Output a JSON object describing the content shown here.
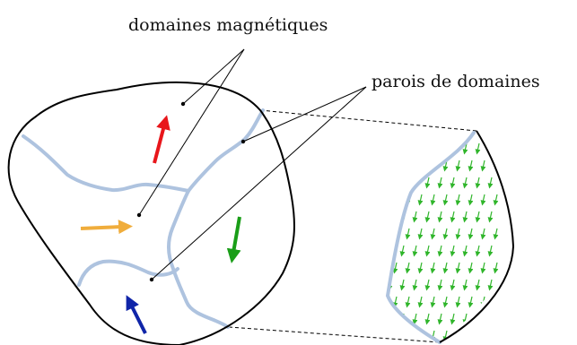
{
  "labels": {
    "domains": "domaines magnétiques",
    "walls": "parois de domaines"
  },
  "colors": {
    "outline": "#000000",
    "wall": "#aec3df",
    "arrow_red": "#e8161b",
    "arrow_orange": "#f0ad3c",
    "arrow_green": "#1a9e18",
    "arrow_blue": "#1025a8",
    "inner_arrows": "#2fb52a"
  },
  "domain_arrows": [
    {
      "name": "red-magnetization-arrow",
      "color": "red",
      "direction": "up"
    },
    {
      "name": "orange-magnetization-arrow",
      "color": "orange",
      "direction": "right"
    },
    {
      "name": "green-magnetization-arrow",
      "color": "green",
      "direction": "down"
    },
    {
      "name": "blue-magnetization-arrow",
      "color": "blue",
      "direction": "up-left"
    }
  ]
}
